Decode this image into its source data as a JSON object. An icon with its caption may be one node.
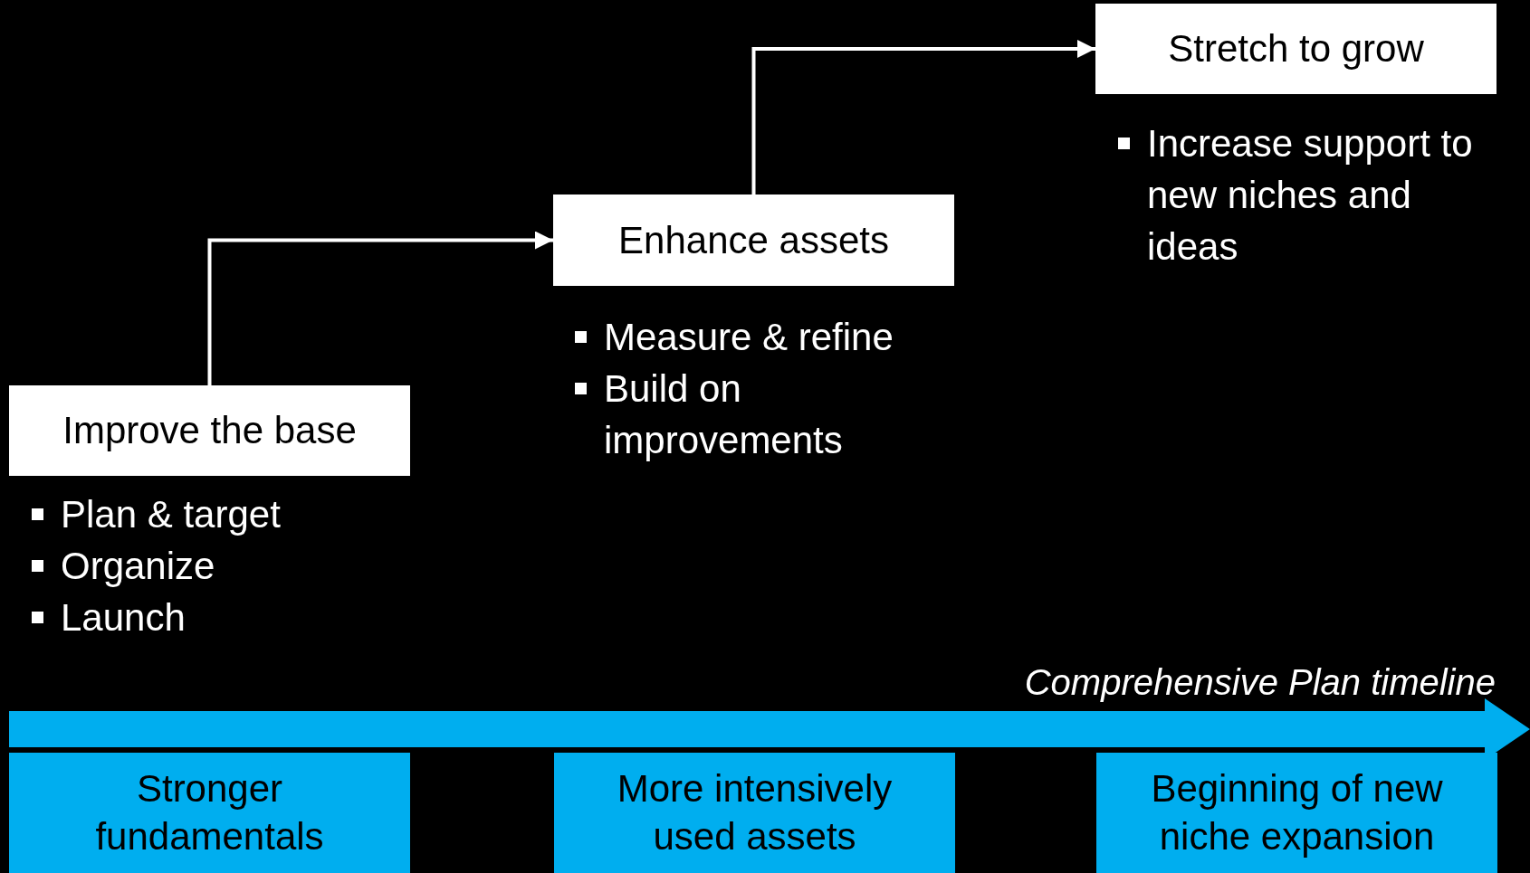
{
  "diagram": {
    "nodes": [
      {
        "text": [
          "Improve the base"
        ],
        "beside": [
          "Plan & target",
          "Organize",
          "Launch"
        ]
      },
      {
        "text": [
          "Enhance assets"
        ],
        "beside": [
          "Measure & refine",
          "Build on improvements"
        ]
      },
      {
        "text": [
          "Stretch to grow"
        ],
        "beside": [
          "Increase support to new niches and ideas"
        ]
      },
      {
        "text": [
          "Stronger fundamentals"
        ]
      },
      {
        "text": [
          "More intensively used assets"
        ]
      },
      {
        "text": [
          "Beginning of new niche expansion"
        ]
      }
    ],
    "edges": [
      {
        "from": 0,
        "to": 1,
        "arrow": "to"
      },
      {
        "from": 1,
        "to": 2,
        "arrow": "to"
      }
    ],
    "labels": [
      "Comprehensive Plan timeline"
    ]
  }
}
